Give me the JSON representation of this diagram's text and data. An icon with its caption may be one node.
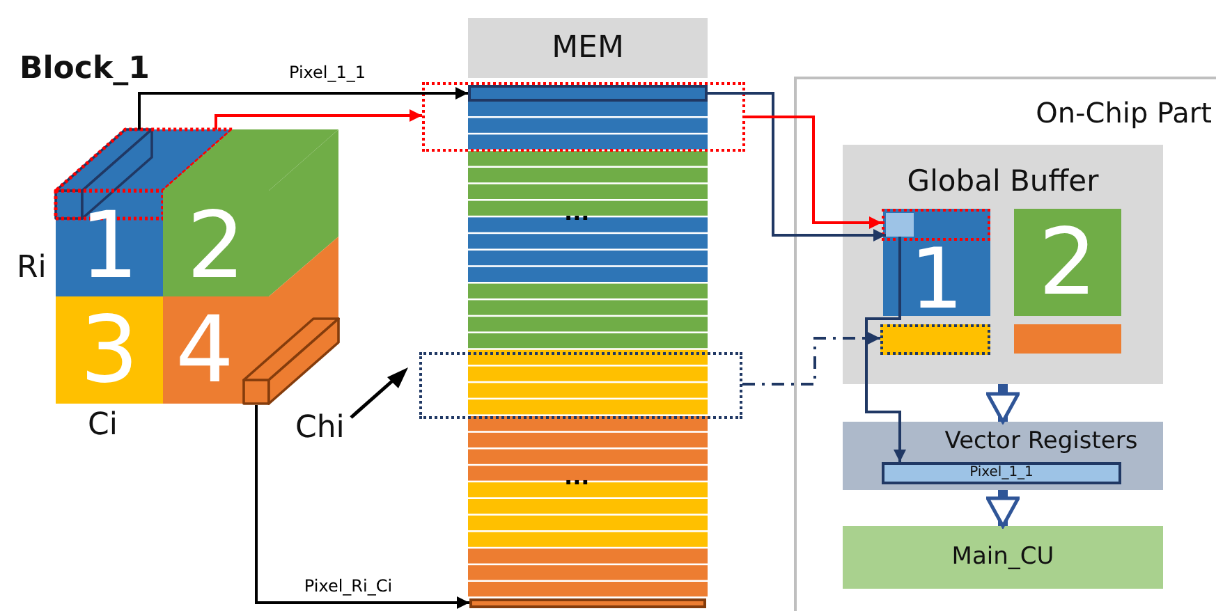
{
  "diagram": {
    "nodes": [
      {
        "text": [
          "Block_1"
        ]
      },
      {
        "text": [
          "1"
        ],
        "in": 0
      },
      {
        "text": [
          "2"
        ],
        "in": 0
      },
      {
        "text": [
          "3"
        ],
        "in": 0
      },
      {
        "text": [
          "4"
        ],
        "in": 0
      },
      {
        "text": [],
        "shape": "bar",
        "in": 1
      },
      {
        "text": [],
        "shape": "box",
        "in": 1
      },
      {
        "text": [],
        "shape": "bar",
        "in": 4
      },
      {
        "text": [
          "MEM"
        ]
      },
      {
        "text": [],
        "shape": "box"
      },
      {
        "text": [],
        "shape": "bar",
        "in": 9
      },
      {
        "text": [],
        "shape": "box"
      },
      {
        "text": [],
        "shape": "bar"
      },
      {
        "text": [
          "On-Chip Part"
        ]
      },
      {
        "text": [
          "Global Buffer"
        ],
        "in": 13
      },
      {
        "text": [
          "1"
        ],
        "in": 14
      },
      {
        "text": [],
        "shape": "box",
        "in": 15
      },
      {
        "text": [],
        "shape": "bar",
        "in": 16
      },
      {
        "text": [
          "2"
        ],
        "in": 14
      },
      {
        "text": [],
        "shape": "bar",
        "in": 14
      },
      {
        "text": [],
        "shape": "bar",
        "in": 14
      },
      {
        "text": [
          "Vector Registers"
        ],
        "in": 13
      },
      {
        "text": [
          "Pixel_1_1"
        ],
        "in": 21
      },
      {
        "text": [
          "Main_CU"
        ],
        "in": 13
      }
    ],
    "edges": [
      {
        "from": 5,
        "to": 10,
        "arrow": "to",
        "label": "Pixel_1_1",
        "color": "#000000"
      },
      {
        "from": 6,
        "to": 9,
        "arrow": "to",
        "color": "#ff0000"
      },
      {
        "from": 7,
        "to": 12,
        "arrow": "to",
        "label": "Pixel_Ri_Ci",
        "color": "#000000"
      },
      {
        "from": 10,
        "to": 17,
        "arrow": "to",
        "color": "#203864"
      },
      {
        "from": 9,
        "to": 16,
        "arrow": "to",
        "color": "#ff0000"
      },
      {
        "from": 11,
        "to": 19,
        "arrow": "to",
        "style": "dashed",
        "color": "#203864"
      },
      {
        "from": 17,
        "to": 22,
        "arrow": "to",
        "color": "#203864"
      },
      {
        "from": 14,
        "to": 21,
        "arrow": "to",
        "style": "thick",
        "color": "#2f5597"
      },
      {
        "from": 21,
        "to": 23,
        "arrow": "to",
        "style": "thick",
        "color": "#2f5597"
      }
    ],
    "labels": [
      "Ri",
      "Ci",
      "Chi",
      "...",
      "..."
    ]
  }
}
